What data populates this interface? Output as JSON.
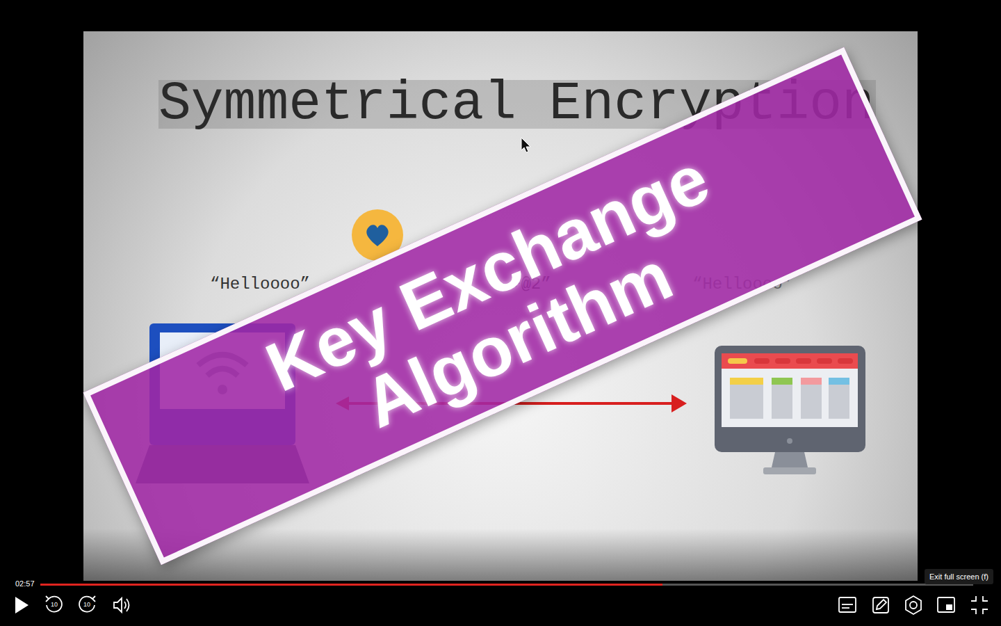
{
  "diagram": {
    "title": "Symmetrical Encryption",
    "nodes": [
      {
        "text": [
          "Key Exchange Algorithm"
        ]
      },
      {
        "text": [
          "Exit full screen (f)"
        ]
      }
    ],
    "labels": [
      "“Helloooo”",
      "+@2”",
      "“Helloooo”",
      "02:57",
      "10",
      "10"
    ]
  }
}
